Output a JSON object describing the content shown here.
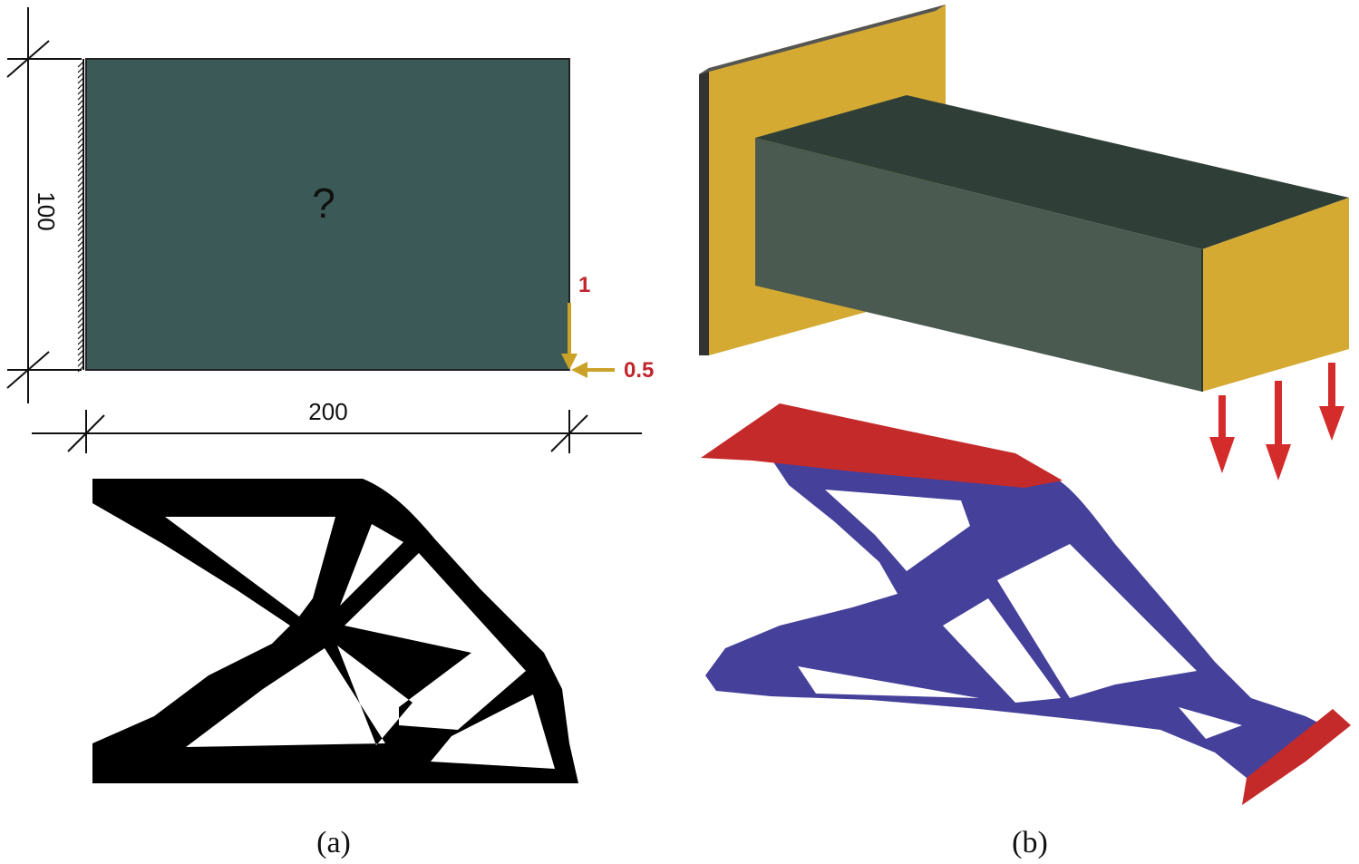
{
  "panel_a": {
    "height_label": "100",
    "width_label": "200",
    "unknown_label": "?",
    "load_vertical_label": "1",
    "load_horizontal_label": "0.5",
    "caption": "(a)"
  },
  "panel_b": {
    "caption": "(b)"
  },
  "colors": {
    "domain_fill": "#3b5a57",
    "load_arrow": "#c9a227",
    "load_label": "#c0262c",
    "support_plate": "#d4aa33",
    "beam_top": "#2f3f37",
    "beam_front": "#4a5a50",
    "force_arrow": "#d42b2b",
    "optimized_3d_body": "#45409a",
    "optimized_3d_plates": "#c42a2a",
    "optimized_2d": "#000000"
  }
}
